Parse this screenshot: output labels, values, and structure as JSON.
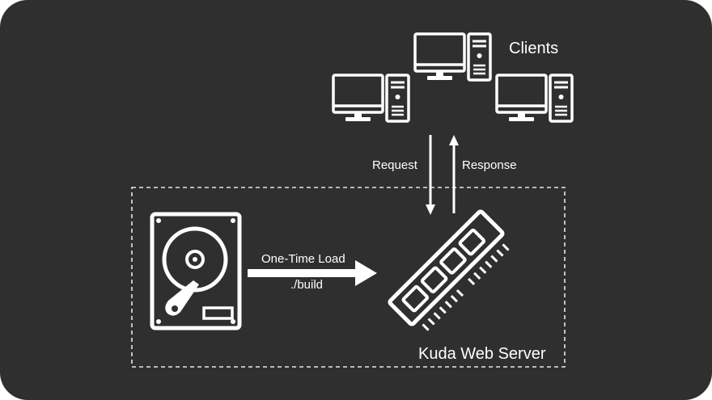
{
  "clients": {
    "label": "Clients"
  },
  "arrows": {
    "request_label": "Request",
    "response_label": "Response",
    "load_label": "One-Time Load",
    "load_sublabel": "./build"
  },
  "server": {
    "label": "Kuda Web Server"
  },
  "colors": {
    "background": "#2f2f2f",
    "foreground": "#ffffff"
  },
  "icons": {
    "client_computer": "desktop-computer-icon",
    "disk": "hard-disk-icon",
    "memory": "ram-module-icon"
  }
}
